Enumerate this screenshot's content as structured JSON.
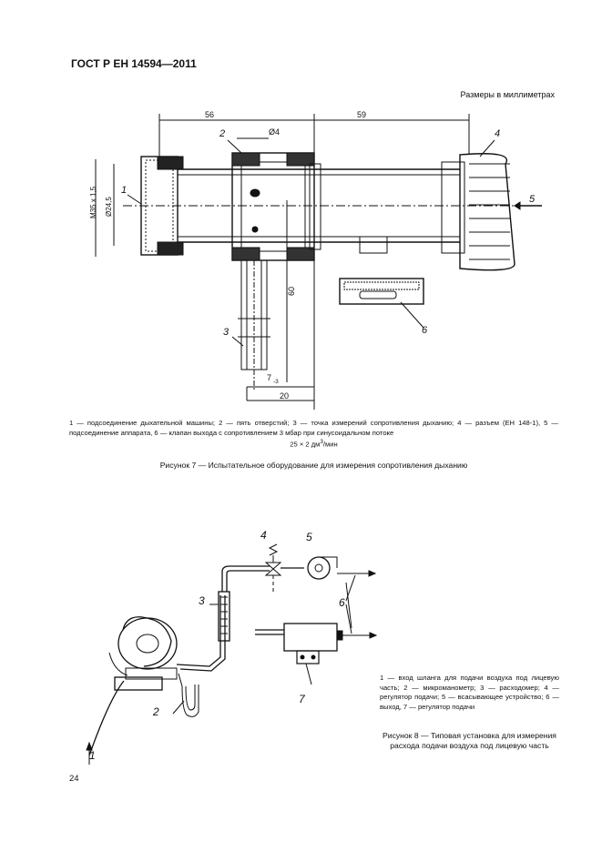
{
  "header": {
    "standard": "ГОСТ Р ЕН 14594—2011"
  },
  "units_note": "Размеры в миллиметрах",
  "figure7": {
    "dims": {
      "d1": "56",
      "d2": "59",
      "d3": "Ø4",
      "d4": "M35 x 1,5",
      "d5": "Ø24,5",
      "d6": "60",
      "d7": "7",
      "d7_sub": "-3",
      "d8": "20"
    },
    "labels": [
      "1",
      "2",
      "3",
      "4",
      "5",
      "6"
    ],
    "legend": {
      "p1": "1 — подсоединение дыхательной машины; 2 — пять отверстий; 3 — точка измерений сопротивления дыханию; 4 — разъем (ЕН 148-1), 5 — подсоединение аппарата, 6 — клапан выхода с сопротивлением 3 мбар при синусоидальном потоке",
      "p2_a": "25 × 2 дм",
      "p2_sup": "3",
      "p2_b": "/мин"
    },
    "title": "Рисунок 7 — Испытательное оборудование для измерения сопротивления дыханию"
  },
  "figure8": {
    "labels": [
      "1",
      "2",
      "3",
      "4",
      "5",
      "6",
      "7"
    ],
    "legend": "1 — вход шланга для подачи воздуха под лицевую часть; 2 — микроманометр; 3 — расходомер; 4 — регулятор подачи; 5 — всасывающее устройство; 6 — выход, 7 — регулятор подачи",
    "title": "Рисунок 8 — Типовая установка для измерения расхода подачи воздуха под лицевую часть"
  },
  "page_number": "24"
}
